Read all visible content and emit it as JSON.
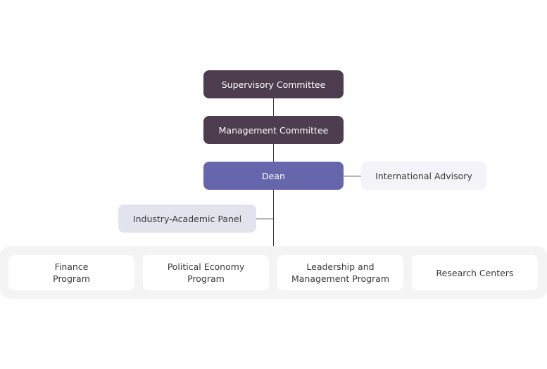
{
  "nodes": {
    "supervisory": "Supervisory Committee",
    "management": "Management Committee",
    "dean": "Dean",
    "international": "International Advisory",
    "industry": "Industry-Academic Panel"
  },
  "programs": [
    "Finance\nProgram",
    "Political Economy\nProgram",
    "Leadership and\nManagement Program",
    "Research Centers"
  ],
  "colors": {
    "dark_node": "#4d3d4f",
    "dean_node": "#6666ad",
    "advisory_node": "#f3f3f9",
    "panel_node": "#e3e3ee",
    "band": "#f4f4f4",
    "line": "#3d3d3d"
  }
}
